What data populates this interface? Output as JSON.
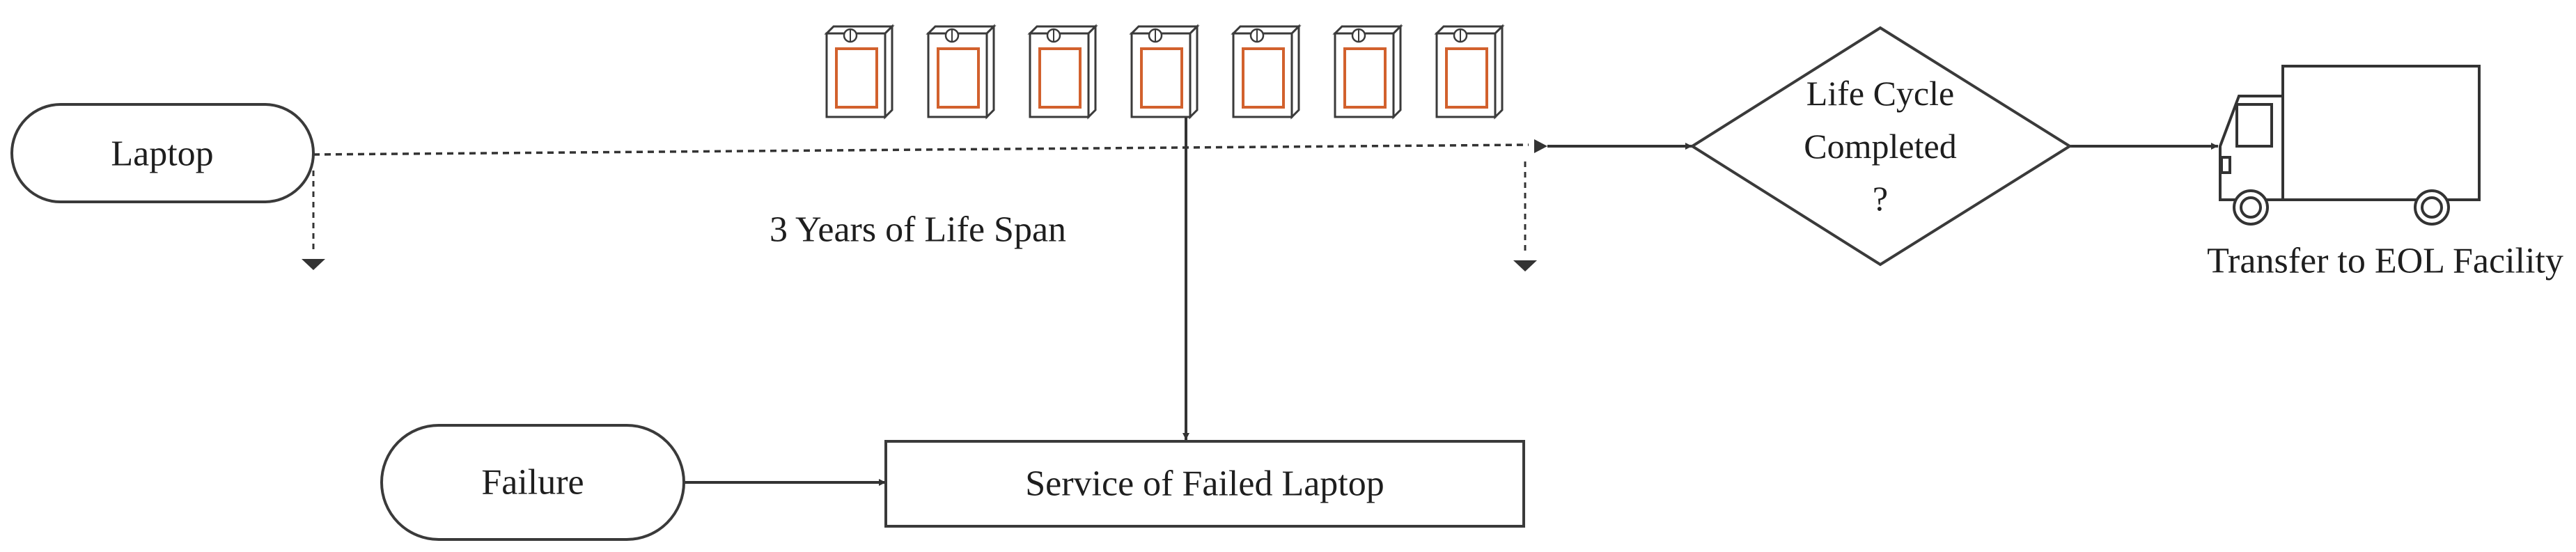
{
  "nodes": {
    "laptop": "Laptop",
    "failure": "Failure",
    "service": "Service of Failed Laptop",
    "decision_lines": [
      "Life Cycle",
      "Completed",
      "?"
    ],
    "eol": "Transfer to EOL Facility"
  },
  "annotations": {
    "lifespan": "3 Years of Life Span"
  },
  "icons": {
    "laptop_unit": "laptop-device-icon",
    "laptop_unit_count": 7,
    "truck": "delivery-truck-icon"
  },
  "colors": {
    "stroke": "#333333",
    "text": "#1e1e1e",
    "screen_accent": "#d2612d"
  }
}
